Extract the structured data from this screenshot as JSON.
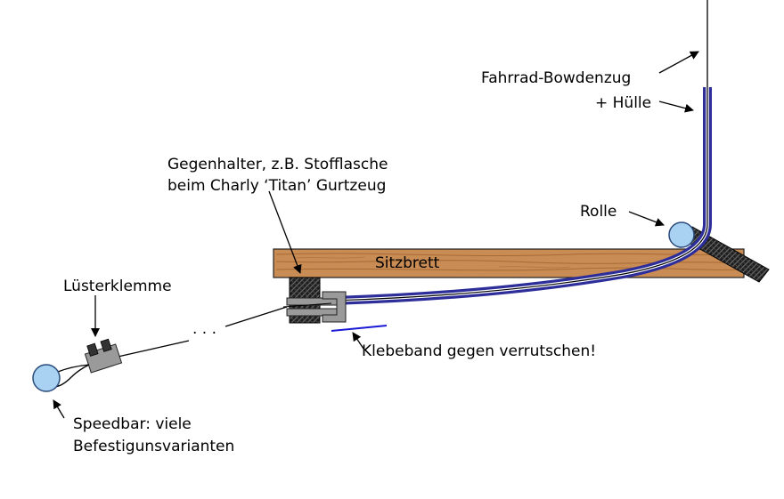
{
  "labels": {
    "bowdenzug": "Fahrrad-Bowdenzug",
    "huelle": "+ Hülle",
    "gegenhalter_line1": "Gegenhalter, z.B. Stofflasche",
    "gegenhalter_line2": "beim Charly ‘Titan’ Gurtzeug",
    "rolle": "Rolle",
    "sitzbrett": "Sitzbrett",
    "luesterklemme": "Lüsterklemme",
    "klebeband": "Klebeband gegen verrutschen!",
    "speedbar_line1": "Speedbar: viele",
    "speedbar_line2": "Befestigunsvarianten",
    "ellipsis": "· · ·"
  },
  "colors": {
    "housing": "#2e2e9a",
    "wood": "#c98c55",
    "wood_grain": "#a86a35",
    "roller": "#a9d2f2",
    "tape": "#1a1ad6",
    "clamp_metal": "#9a9a9a",
    "strap": "#333333"
  },
  "icons": {
    "roller": "circle",
    "speedbar": "circle",
    "arrow": "arrow-head"
  }
}
